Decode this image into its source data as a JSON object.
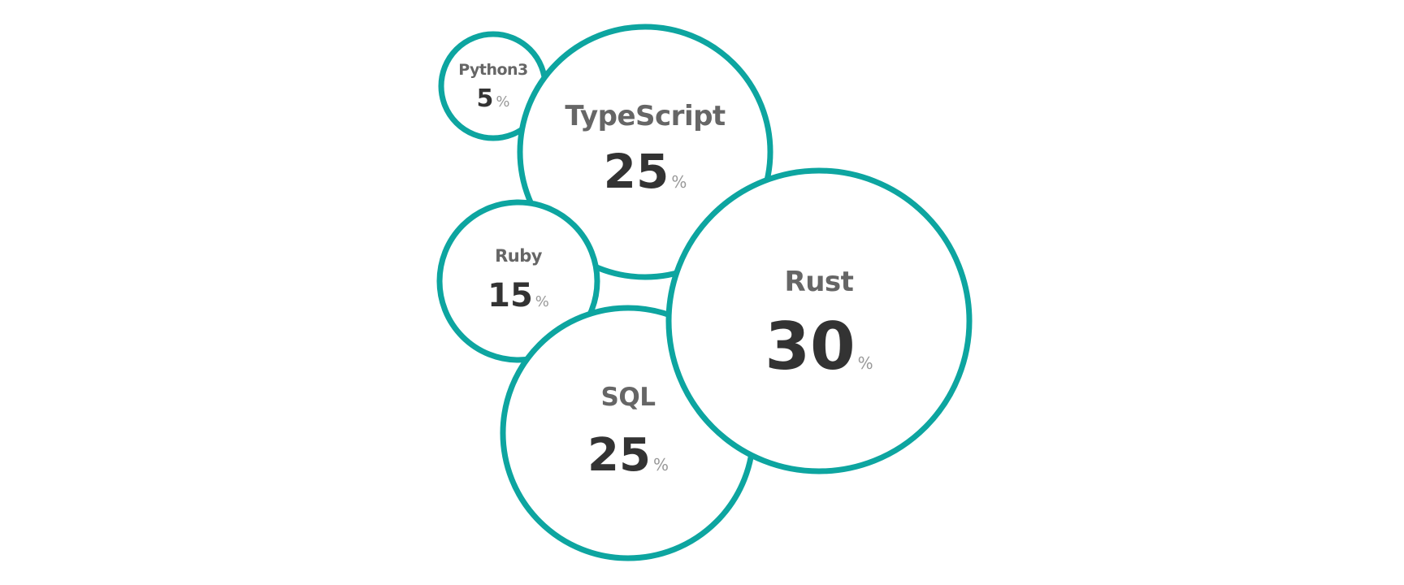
{
  "chart_data": {
    "type": "bubble",
    "unit": "%",
    "stroke_color": "#0da5a0",
    "name_color": "#666666",
    "value_color": "#333333",
    "unit_color": "#999999",
    "items": [
      {
        "label": "Python3",
        "value": 5
      },
      {
        "label": "TypeScript",
        "value": 25
      },
      {
        "label": "Ruby",
        "value": 15
      },
      {
        "label": "SQL",
        "value": 25
      },
      {
        "label": "Rust",
        "value": 30
      }
    ]
  }
}
